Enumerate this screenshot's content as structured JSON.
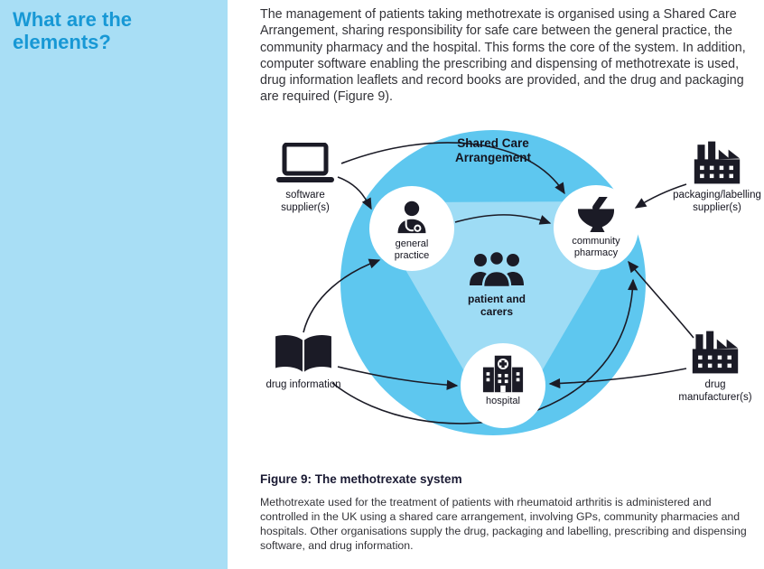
{
  "sidebar": {
    "title": "What are the elements?",
    "bg": "#a8def5",
    "title_color": "#1798d5"
  },
  "intro": {
    "text": "The management of patients taking methotrexate is organised using a Shared Care Arrangement, sharing responsibility for safe care between the general practice, the community pharmacy and the hospital. This forms the core of the system. In addition, computer software enabling the prescribing and dispensing of methotrexate is used, drug information leaflets and record books are provided, and the drug and packaging are required (Figure 9)."
  },
  "diagram": {
    "title": "Shared Care Arrangement",
    "nodes": {
      "general_practice": {
        "label": "general practice"
      },
      "community_pharmacy": {
        "label": "community pharmacy"
      },
      "hospital": {
        "label": "hospital"
      },
      "patient": {
        "label": "patient and carers"
      }
    },
    "externals": {
      "software": {
        "label": "software supplier(s)"
      },
      "packaging": {
        "label": "packaging/labelling supplier(s)"
      },
      "drug_information": {
        "label": "drug information"
      },
      "manufacturer": {
        "label": "drug manufacturer(s)"
      }
    },
    "colors": {
      "outer_circle": "#5ec7ef",
      "inner_triangle": "#9edcf5",
      "icon": "#1b1b26"
    },
    "icons": {
      "software": "laptop-icon",
      "packaging": "factory-icon",
      "drug_information": "open-book-icon",
      "manufacturer": "factory-icon",
      "general_practice": "doctor-icon",
      "community_pharmacy": "mortar-pestle-icon",
      "hospital": "hospital-building-icon",
      "patient": "people-group-icon"
    }
  },
  "figure": {
    "title": "Figure 9: The methotrexate system",
    "caption": "Methotrexate used for the treatment of patients with rheumatoid arthritis is administered and controlled in the UK using a shared care arrangement, involving GPs, community pharmacies and hospitals. Other organisations supply the drug, packaging and labelling, prescribing and dispensing software, and drug information."
  }
}
